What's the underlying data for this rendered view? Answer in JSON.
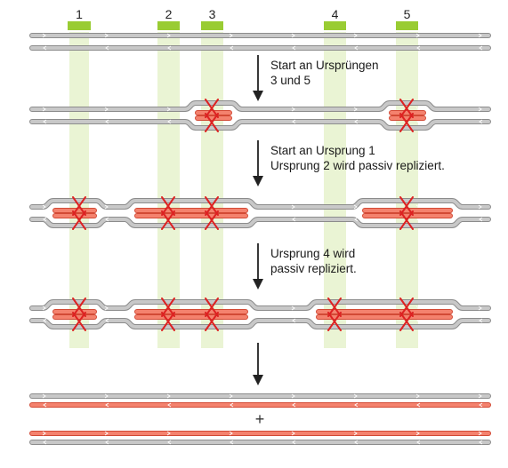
{
  "origins": [
    {
      "label": "1"
    },
    {
      "label": "2"
    },
    {
      "label": "3"
    },
    {
      "label": "4"
    },
    {
      "label": "5"
    }
  ],
  "steps": [
    {
      "lines": [
        "Start an Ursprüngen",
        "3 und 5"
      ]
    },
    {
      "lines": [
        "Start an Ursprung 1",
        "Ursprung 2 wird passiv repliziert."
      ]
    },
    {
      "lines": [
        "Ursprung 4 wird",
        "passiv repliziert."
      ]
    }
  ],
  "plus_sign": "+",
  "colors": {
    "parental_strand": "#c8c8c8",
    "parental_outline": "#8c8c8c",
    "new_strand": "#f4826e",
    "new_outline": "#d24a35",
    "origin_marker": "#99cc33",
    "origin_band": "#e6f2cc",
    "fork_cross": "#dd2222",
    "arrow": "#222222"
  }
}
